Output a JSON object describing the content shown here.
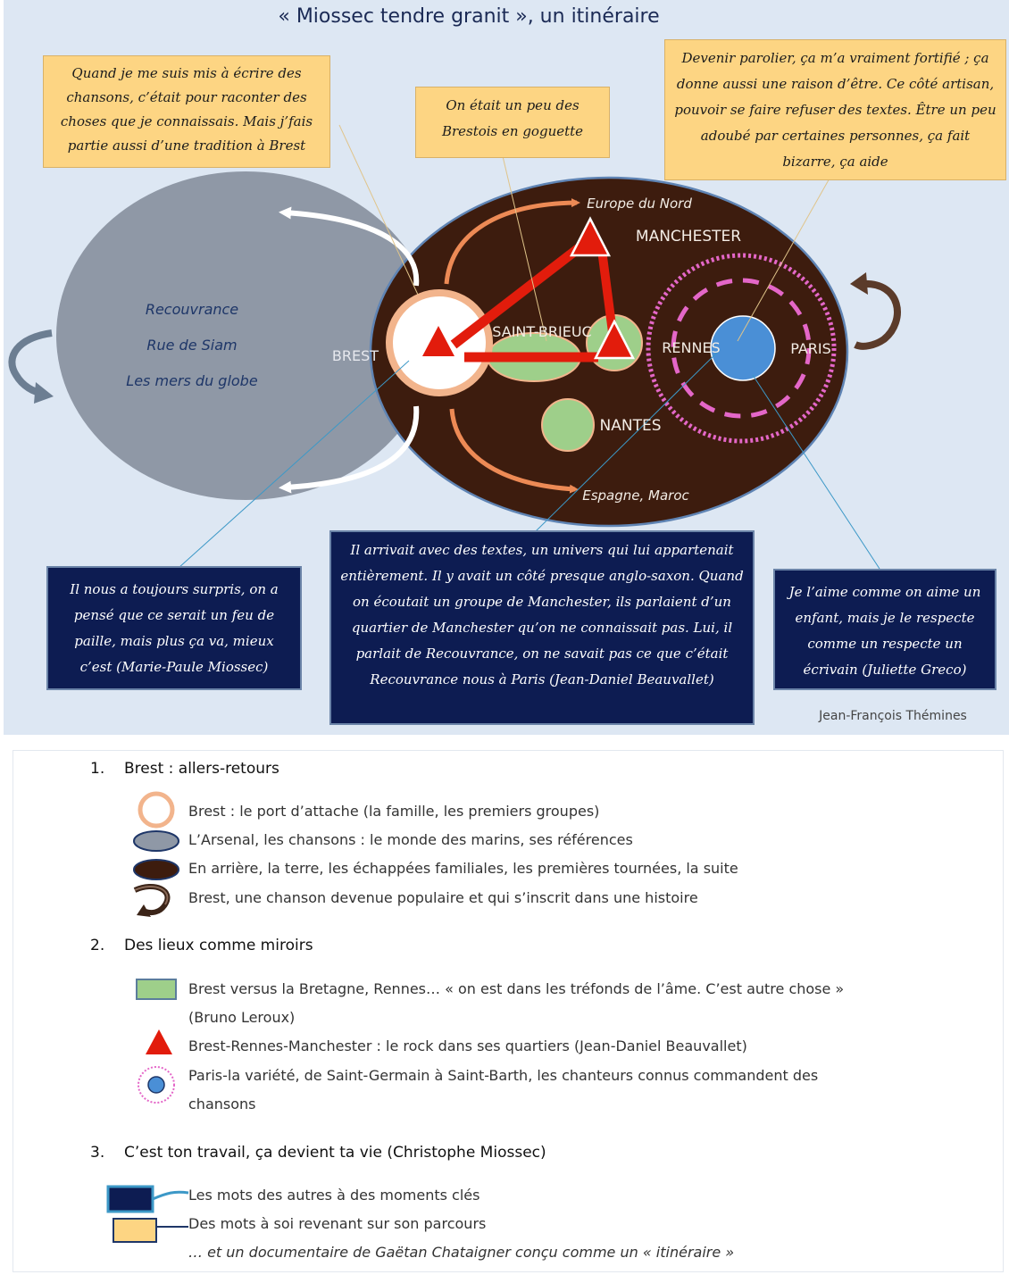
{
  "title": "« Miossec tendre granit », un itinéraire",
  "author": "Jean-François Thémines",
  "map": {
    "places": {
      "brest": "BREST",
      "saint_brieuc": "SAINT-BRIEUC",
      "nantes": "NANTES",
      "rennes": "RENNES",
      "paris": "PARIS",
      "manchester": "MANCHESTER",
      "europe_nord": "Europe du Nord",
      "espagne": "Espagne, Maroc"
    },
    "grey_zone_labels": [
      "Recouvrance",
      "Rue de Siam",
      "Les mers du globe"
    ],
    "colors": {
      "grey_zone": "#8f98a6",
      "brown_zone": "#3d1c0e",
      "brest_ring": "#f2b48c",
      "green": "#9ecf8a",
      "red": "#e21c0c",
      "paris_blue": "#4a8fd6",
      "pink": "#e467c8",
      "orange_arrow": "#ed8a55"
    }
  },
  "quotes": {
    "yellow_left": "Quand je me suis mis à écrire des chansons, c’était pour raconter des choses que je connaissais. Mais j’fais partie aussi d’une tradition à Brest",
    "yellow_mid": "On était un peu des Brestois en goguette",
    "yellow_right": "Devenir parolier, ça m’a vraiment fortifié ; ça donne aussi une raison d’être. Ce côté artisan, pouvoir se faire refuser des textes. Être un peu adoubé par certaines personnes, ça fait bizarre, ça aide",
    "blue_left": "Il nous a toujours surpris, on a pensé que ce serait un feu de paille, mais plus ça va, mieux c’est (Marie-Paule Miossec)",
    "blue_mid": "Il arrivait avec des textes, un univers qui lui appartenait entièrement. Il y avait un côté presque anglo-saxon. Quand on écoutait un groupe de Manchester, ils parlaient d’un quartier de Manchester qu’on ne connaissait pas. Lui, il parlait de Recouvrance, on ne savait pas ce que c’était Recouvrance nous à Paris (Jean-Daniel Beauvallet)",
    "blue_right": "Je l’aime comme on aime un enfant, mais je le respecte comme un respecte un écrivain (Juliette Greco)"
  },
  "legend": {
    "sections": [
      {
        "num": "1.",
        "heading": "Brest : allers-retours"
      },
      {
        "num": "2.",
        "heading": "Des lieux comme miroirs"
      },
      {
        "num": "3.",
        "heading": "C’est ton travail, ça devient ta vie (Christophe Miossec)"
      }
    ],
    "items": [
      "Brest : le port d’attache (la famille, les premiers groupes)",
      "L’Arsenal, les chansons : le monde des marins, ses références",
      "En arrière, la terre, les échappées familiales, les premières tournées, la suite",
      "Brest, une chanson devenue populaire et qui s’inscrit dans une histoire",
      "Brest versus la Bretagne, Rennes… « on est dans les tréfonds de l’âme. C’est autre chose »",
      "(Bruno Leroux)",
      "Brest-Rennes-Manchester : le rock dans ses quartiers (Jean-Daniel Beauvallet)",
      "Paris-la variété, de Saint-Germain à Saint-Barth, les chanteurs connus commandent des",
      "chansons",
      "Les mots des autres à des moments clés",
      "Des mots à soi revenant sur son parcours",
      "… et un documentaire de Gaëtan Chataigner conçu comme un « itinéraire »"
    ]
  }
}
